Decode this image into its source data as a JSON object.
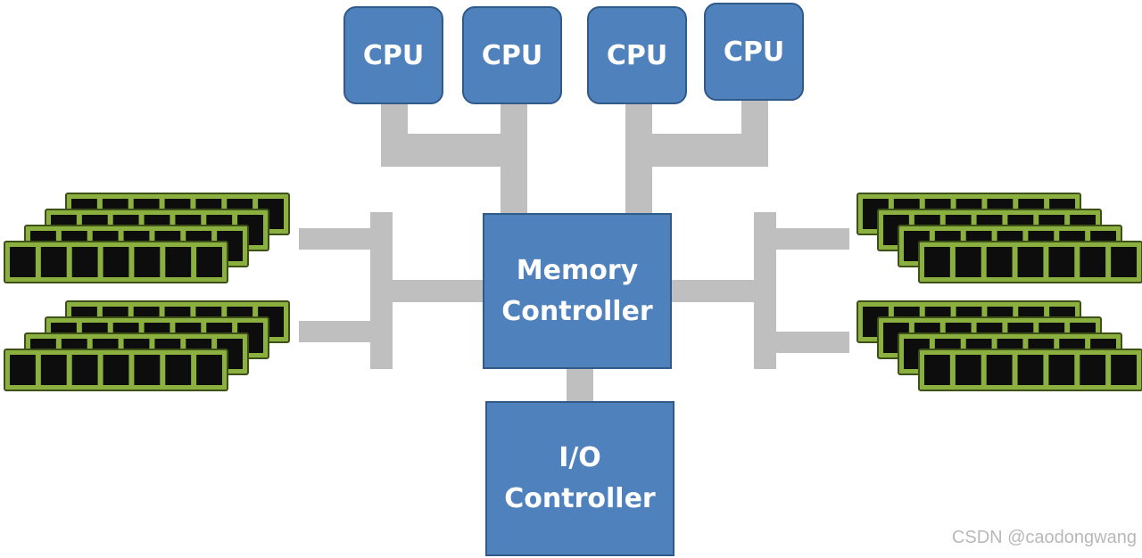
{
  "cpus": [
    {
      "label": "CPU"
    },
    {
      "label": "CPU"
    },
    {
      "label": "CPU"
    },
    {
      "label": "CPU"
    }
  ],
  "memory_controller": {
    "line1": "Memory",
    "line2": "Controller"
  },
  "io_controller": {
    "line1": "I/O",
    "line2": "Controller"
  },
  "watermark": "CSDN @caodongwang",
  "colors": {
    "box_fill": "#4f81bd",
    "box_border": "#2f5a8a",
    "bus": "#bfbfbf",
    "dimm_fill": "#8cb040",
    "dimm_border": "#3d5018",
    "dimm_chip": "#0d0d0d"
  }
}
